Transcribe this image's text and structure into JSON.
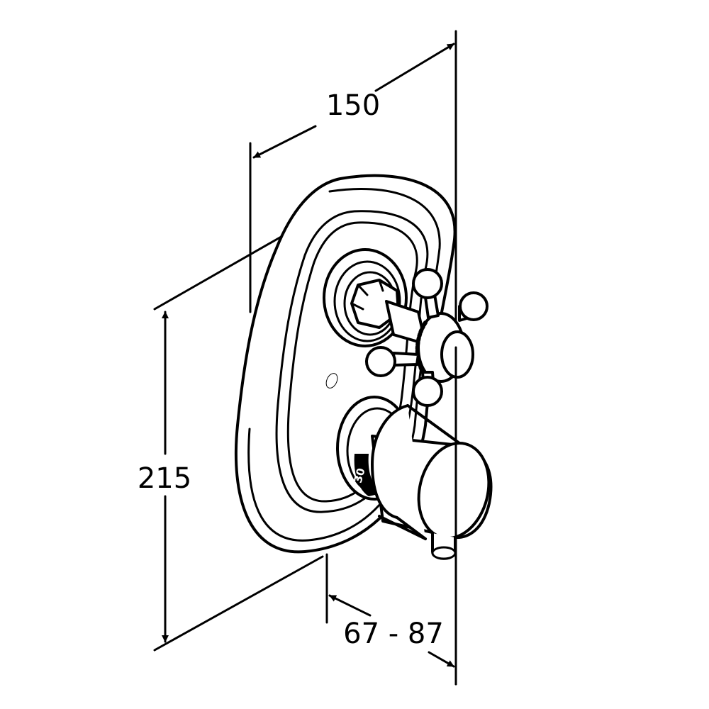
{
  "dimensions": {
    "width": "150",
    "height": "215",
    "projection": "67 - 87"
  },
  "knob_scale_label": "30",
  "colors": {
    "line": "#000000",
    "background": "#ffffff"
  }
}
